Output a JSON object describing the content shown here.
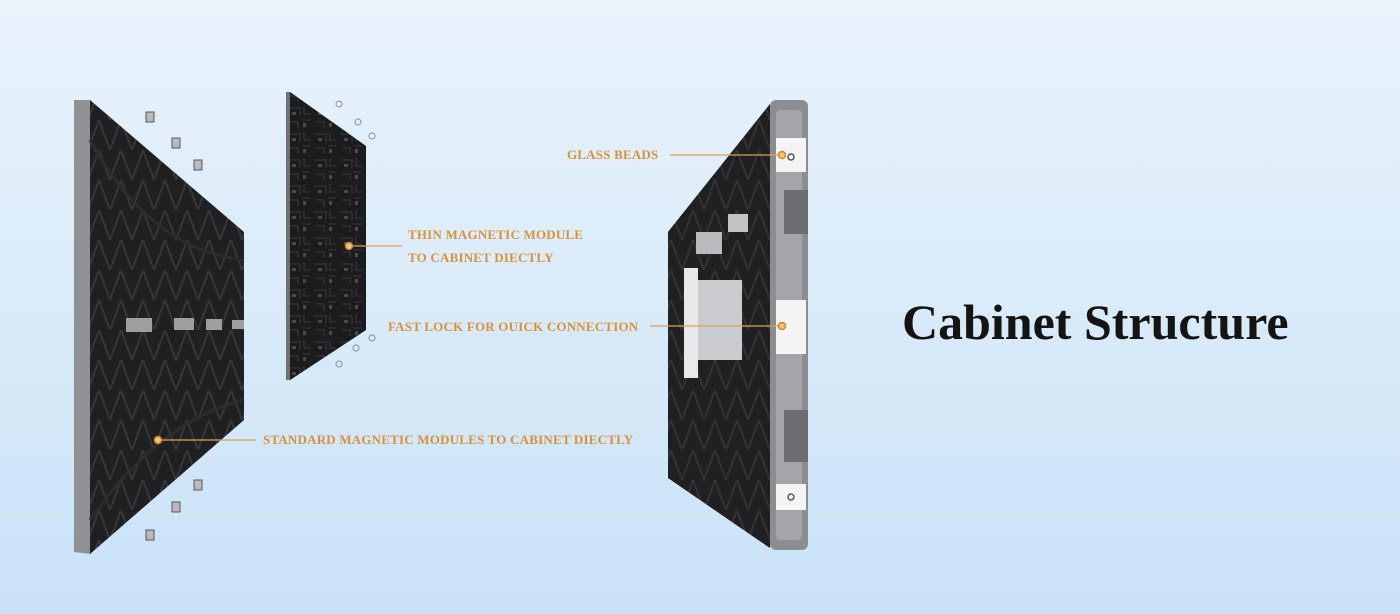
{
  "heading": "Cabinet Structure",
  "callouts": {
    "glass_beads": "GLASS BEADS",
    "thin_module_line1": "THIN MAGNETIC MODULE",
    "thin_module_line2": "TO CABINET DIECTLY",
    "fast_lock": "FAST LOCK FOR OUICK CONNECTION",
    "standard_modules": "STANDARD MAGNETIC MODULES TO CABINET DIECTLY"
  },
  "colors": {
    "callout_text": "#d9913a",
    "leader_line": "#d9a25c",
    "heading_text": "#141414",
    "module_dark": "#1e1e20",
    "frame_grey": "#8b8d90"
  }
}
